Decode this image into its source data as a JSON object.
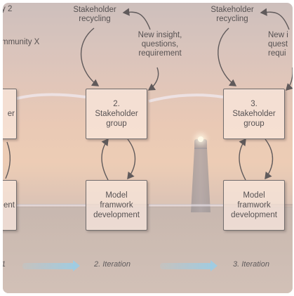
{
  "diagram": {
    "left_partial": {
      "community_top": "y 2",
      "community": "mmunity X",
      "stakeholder_box": "er",
      "model_box": "ent",
      "iteration_partial": "1"
    },
    "iterations": [
      {
        "recycling_label": "Stakeholder\nrecycling",
        "insight_label": "New insight,\nquestions,\nrequirement",
        "stakeholder_box": "2.\nStakeholder\ngroup",
        "model_box": "Model\nframwork\ndevelopment",
        "iteration_label": "2. Iteration"
      },
      {
        "recycling_label": "Stakeholder\nrecycling",
        "insight_label": "New i\nquest\nrequi",
        "stakeholder_box": "3.\nStakeholder\ngroup",
        "model_box": "Model\nframwork\ndevelopment",
        "iteration_label": "3. Iteration"
      }
    ],
    "colors": {
      "box_border": "#5f5a5c",
      "text": "#3f3b3d",
      "iteration_arrow": "#8cc8e6"
    }
  }
}
